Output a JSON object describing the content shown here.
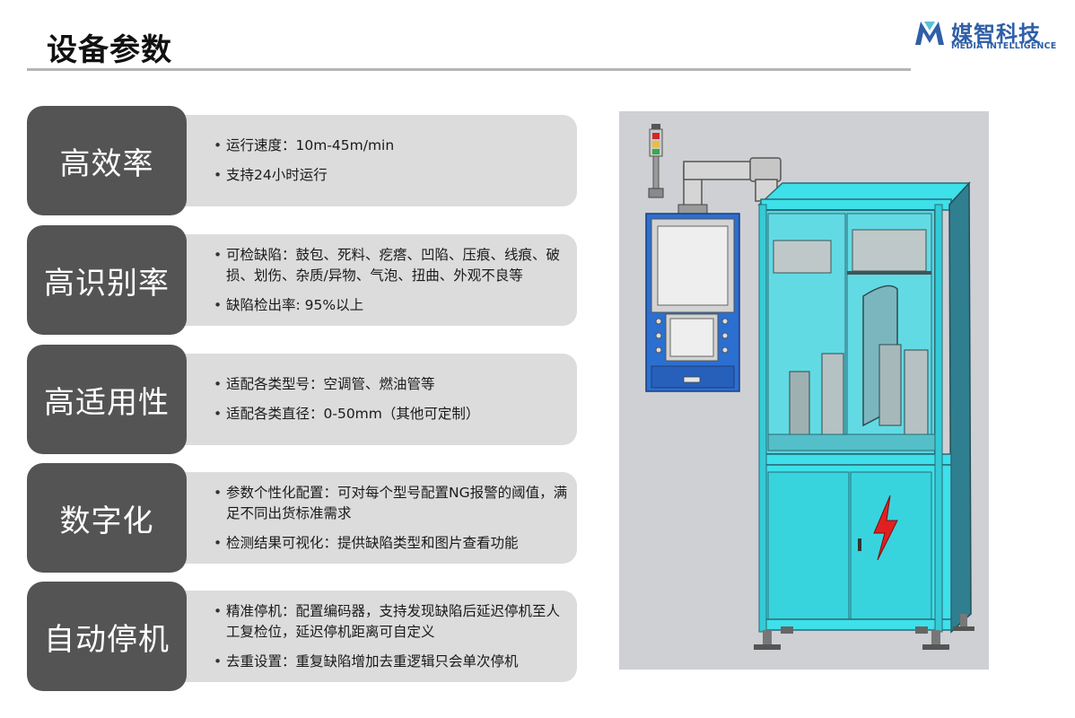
{
  "header": {
    "title": "设备参数",
    "logo_cn": "媒智科技",
    "logo_en": "MEDIA INTELLIGENCE"
  },
  "rows": [
    {
      "label": "高效率",
      "bullets": [
        "运行速度：10m-45m/min",
        "支持24小时运行"
      ]
    },
    {
      "label": "高识别率",
      "bullets": [
        "可检缺陷：鼓包、死料、疙瘩、凹陷、压痕、线痕、破损、划伤、杂质/异物、气泡、扭曲、外观不良等",
        "缺陷检出率: 95%以上"
      ]
    },
    {
      "label": "高适用性",
      "bullets": [
        "适配各类型号：空调管、燃油管等",
        "适配各类直径：0-50mm（其他可定制）"
      ]
    },
    {
      "label": "数字化",
      "bullets": [
        "参数个性化配置：可对每个型号配置NG报警的阈值，满足不同出货标准需求",
        "检测结果可视化：提供缺陷类型和图片查看功能"
      ]
    },
    {
      "label": "自动停机",
      "bullets": [
        "精准停机：配置编码器，支持发现缺陷后延迟停机至人工复检位，延迟停机距离可自定义",
        "去重设置：重复缺陷增加去重逻辑只会单次停机"
      ]
    }
  ],
  "colors": {
    "label_bg": "#545454",
    "body_bg": "#dcdcdc",
    "brand_blue": "#2f5fa7",
    "machine_cyan": "#3ee0ea",
    "panel_blue": "#2b6fd0",
    "warning_red": "#e02020"
  },
  "icons": {
    "logo": "mi-logo-icon",
    "warning": "lightning-warning-icon"
  }
}
